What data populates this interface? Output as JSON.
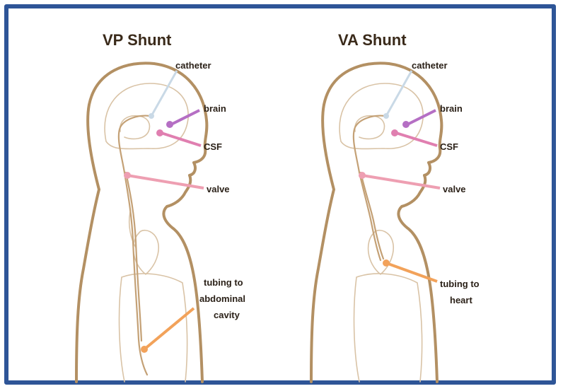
{
  "panels": [
    {
      "title": "VP Shunt",
      "labels": {
        "catheter": "catheter",
        "brain": "brain",
        "csf": "CSF",
        "valve": "valve",
        "tubing_line1": "tubing to",
        "tubing_line2": "abdominal",
        "tubing_line3": "cavity"
      }
    },
    {
      "title": "VA Shunt",
      "labels": {
        "catheter": "catheter",
        "brain": "brain",
        "csf": "CSF",
        "valve": "valve",
        "tubing_line1": "tubing to",
        "tubing_line2": "heart"
      }
    }
  ],
  "colors": {
    "frame": "#2e5597",
    "body_outline": "#b39063",
    "catheter_leader": "#c9d9e6",
    "brain_leader": "#b56fc4",
    "csf_leader": "#e07fb0",
    "valve_leader": "#ee9fb2",
    "tubing_leader": "#f2a25a"
  }
}
